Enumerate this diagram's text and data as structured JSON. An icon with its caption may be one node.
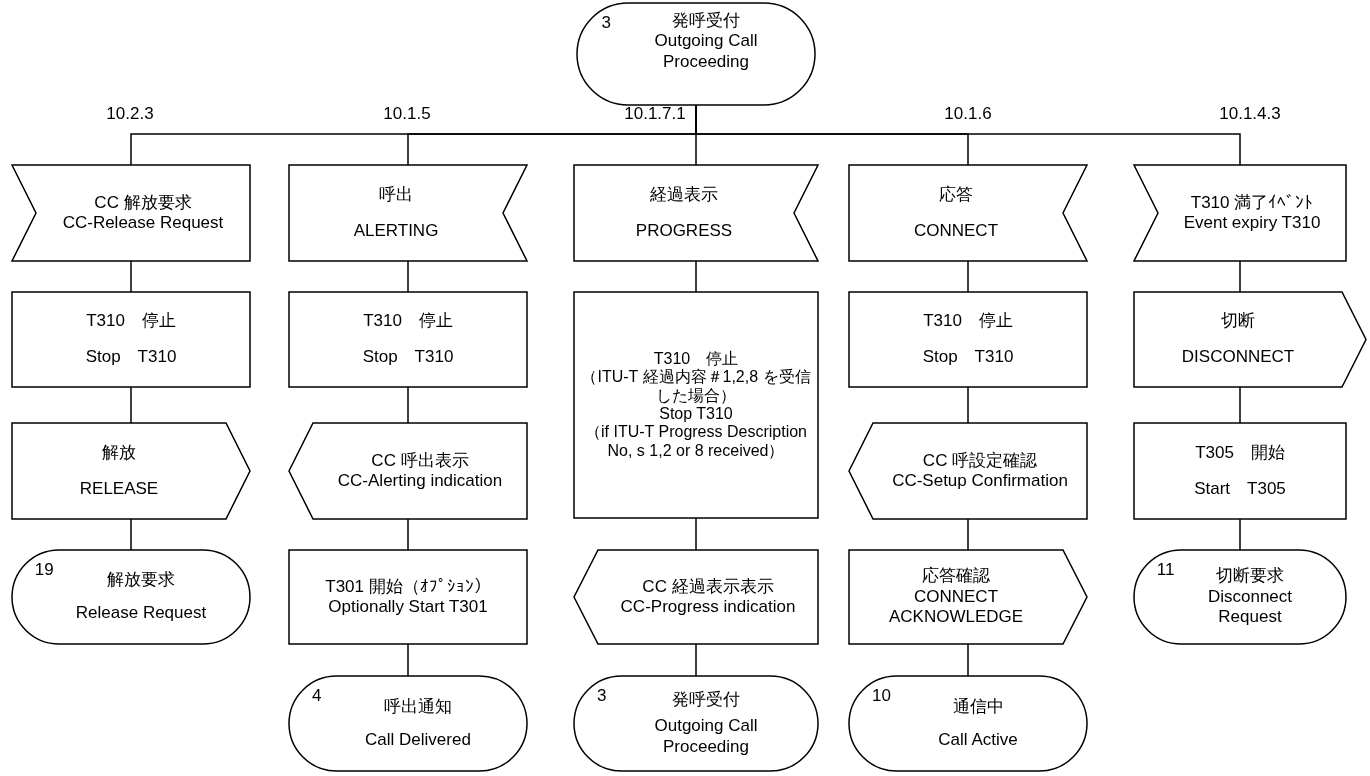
{
  "diagram": {
    "nodes": [
      {
        "text": [
          "3",
          "発呼受付",
          "Outgoing Call Proceeding"
        ]
      },
      {
        "text": [
          "CC 解放要求",
          "CC-Release Request"
        ]
      },
      {
        "text": [
          "T310　停止",
          "Stop　T310"
        ]
      },
      {
        "text": [
          "解放",
          "RELEASE"
        ]
      },
      {
        "text": [
          "19",
          "解放要求",
          "Release Request"
        ]
      },
      {
        "text": [
          "呼出",
          "ALERTING"
        ]
      },
      {
        "text": [
          "T310　停止",
          "Stop　T310"
        ]
      },
      {
        "text": [
          "CC 呼出表示",
          "CC-Alerting indication"
        ]
      },
      {
        "text": [
          "T301 開始（ｵﾌﾟｼｮﾝ）",
          "Optionally Start T301"
        ]
      },
      {
        "text": [
          "4",
          "呼出通知",
          "Call Delivered"
        ]
      },
      {
        "text": [
          "経過表示",
          "PROGRESS"
        ]
      },
      {
        "text": [
          "T310　停止",
          "（ITU-T 経過内容＃1,2,8 を受信した場合）",
          "Stop T310",
          "（if ITU-T Progress Description No, s 1,2 or 8 received）"
        ]
      },
      {
        "text": [
          "CC 経過表示表示",
          "CC-Progress indication"
        ]
      },
      {
        "text": [
          "3",
          "発呼受付",
          "Outgoing Call Proceeding"
        ]
      },
      {
        "text": [
          "応答",
          "CONNECT"
        ]
      },
      {
        "text": [
          "T310　停止",
          "Stop　T310"
        ]
      },
      {
        "text": [
          "CC 呼設定確認",
          "CC-Setup Confirmation"
        ]
      },
      {
        "text": [
          "応答確認",
          "CONNECT ACKNOWLEDGE"
        ]
      },
      {
        "text": [
          "10",
          "通信中",
          "Call Active"
        ]
      },
      {
        "text": [
          "T310 満了ｲﾍﾞﾝﾄ",
          "Event expiry T310"
        ]
      },
      {
        "text": [
          "切断",
          "DISCONNECT"
        ]
      },
      {
        "text": [
          "T305　開始",
          "Start　T305"
        ]
      },
      {
        "text": [
          "11",
          "切断要求",
          "Disconnect Request"
        ]
      }
    ],
    "edges": [
      {
        "from": 0,
        "to": 1,
        "arrow": "none",
        "label": "10.2.3"
      },
      {
        "from": 0,
        "to": 5,
        "arrow": "none",
        "label": "10.1.5"
      },
      {
        "from": 0,
        "to": 10,
        "arrow": "none",
        "label": "10.1.7.1"
      },
      {
        "from": 0,
        "to": 14,
        "arrow": "none",
        "label": "10.1.6"
      },
      {
        "from": 0,
        "to": 19,
        "arrow": "none",
        "label": "10.1.4.3"
      },
      {
        "from": 1,
        "to": 2,
        "arrow": "none"
      },
      {
        "from": 2,
        "to": 3,
        "arrow": "none"
      },
      {
        "from": 3,
        "to": 4,
        "arrow": "none"
      },
      {
        "from": 5,
        "to": 6,
        "arrow": "none"
      },
      {
        "from": 6,
        "to": 7,
        "arrow": "none"
      },
      {
        "from": 7,
        "to": 8,
        "arrow": "none"
      },
      {
        "from": 8,
        "to": 9,
        "arrow": "none"
      },
      {
        "from": 10,
        "to": 11,
        "arrow": "none"
      },
      {
        "from": 11,
        "to": 12,
        "arrow": "none"
      },
      {
        "from": 12,
        "to": 13,
        "arrow": "none"
      },
      {
        "from": 14,
        "to": 15,
        "arrow": "none"
      },
      {
        "from": 15,
        "to": 16,
        "arrow": "none"
      },
      {
        "from": 16,
        "to": 17,
        "arrow": "none"
      },
      {
        "from": 17,
        "to": 18,
        "arrow": "none"
      },
      {
        "from": 19,
        "to": 20,
        "arrow": "none"
      },
      {
        "from": 20,
        "to": 21,
        "arrow": "none"
      },
      {
        "from": 21,
        "to": 22,
        "arrow": "none"
      }
    ]
  }
}
